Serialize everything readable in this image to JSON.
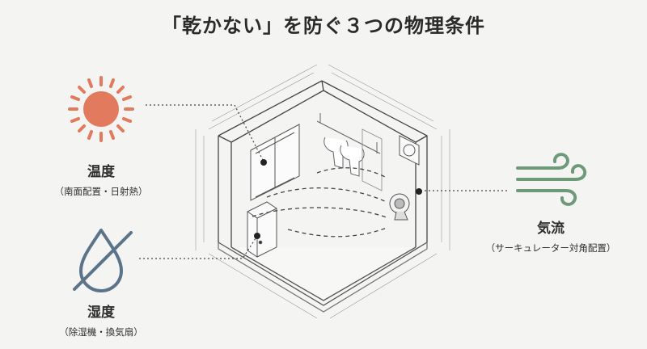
{
  "title": "「乾かない」を防ぐ３つの物理条件",
  "factors": {
    "temperature": {
      "name": "温度",
      "note": "（南面配置・日射熱）",
      "icon": "sun-icon",
      "color": "#e27a5e"
    },
    "humidity": {
      "name": "湿度",
      "note": "（除湿機・換気扇）",
      "icon": "water-drop-slash-icon",
      "color": "#5b7489"
    },
    "airflow": {
      "name": "気流",
      "note": "（サーキュレーター対角配置）",
      "icon": "wind-icon",
      "color": "#6f9a7a"
    }
  }
}
